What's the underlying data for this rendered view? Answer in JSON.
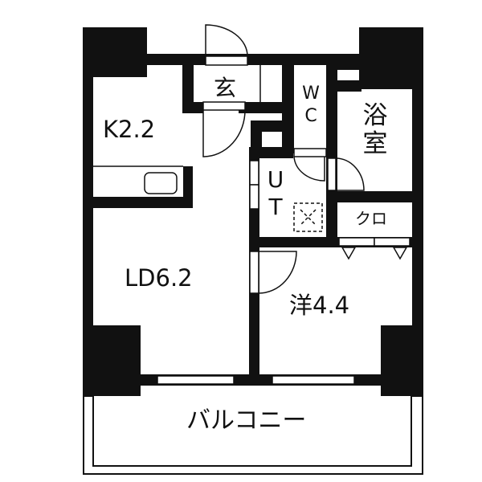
{
  "floor_plan": {
    "colors": {
      "wall": "#111111",
      "background": "#ffffff",
      "line": "#111111"
    },
    "rooms": [
      {
        "id": "kitchen",
        "label": "K2.2",
        "type": "Kitchen",
        "area_jo": 2.2
      },
      {
        "id": "living_dining",
        "label": "LD6.2",
        "type": "Living-Dining",
        "area_jo": 6.2
      },
      {
        "id": "western_room",
        "label": "洋4.4",
        "type": "Western-style room",
        "area_jo": 4.4
      },
      {
        "id": "entrance",
        "label": "玄",
        "type": "Entrance"
      },
      {
        "id": "toilet",
        "label_lines": [
          "W",
          "C"
        ],
        "type": "Toilet"
      },
      {
        "id": "bathroom",
        "label_lines": [
          "浴",
          "室"
        ],
        "type": "Bathroom"
      },
      {
        "id": "utility",
        "label_lines": [
          "U",
          "T"
        ],
        "type": "Utility / washroom"
      },
      {
        "id": "closet",
        "label": "クロ",
        "type": "Closet"
      },
      {
        "id": "balcony",
        "label": "バルコニー",
        "type": "Balcony"
      }
    ],
    "fixtures": [
      {
        "id": "kitchen-sink",
        "type": "sink"
      },
      {
        "id": "washer-pan",
        "type": "washing machine space"
      }
    ]
  }
}
